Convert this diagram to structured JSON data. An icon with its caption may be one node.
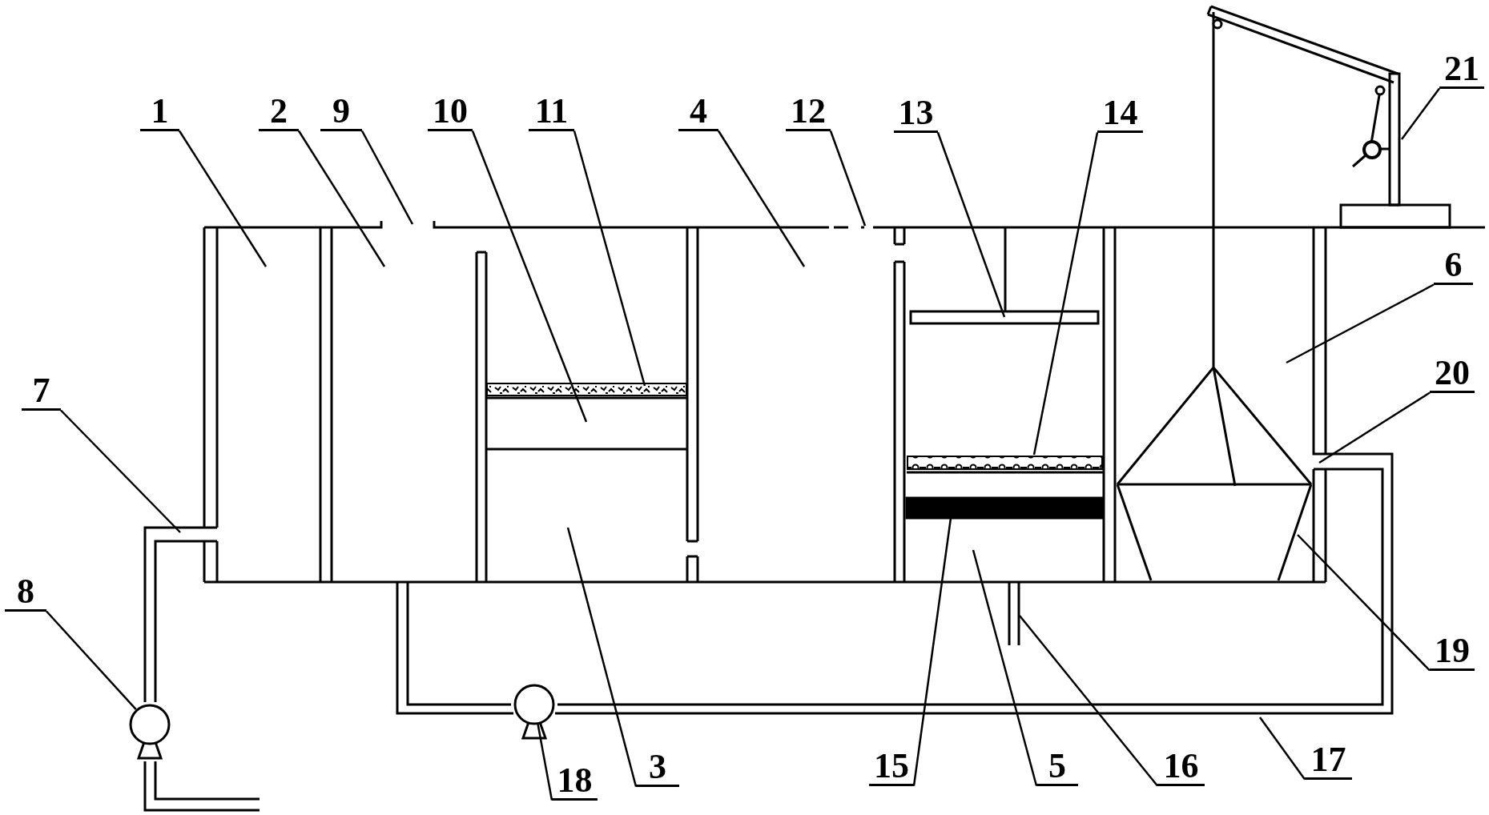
{
  "diagram": {
    "nodes": [
      {
        "text": [
          "1"
        ]
      },
      {
        "text": [
          "2"
        ]
      },
      {
        "text": [
          "9"
        ]
      },
      {
        "text": [
          "10"
        ]
      },
      {
        "text": [
          "11"
        ]
      },
      {
        "text": [
          "4"
        ]
      },
      {
        "text": [
          "12"
        ]
      },
      {
        "text": [
          "13"
        ]
      },
      {
        "text": [
          "14"
        ]
      },
      {
        "text": [
          "21"
        ]
      },
      {
        "text": [
          "6"
        ]
      },
      {
        "text": [
          "20"
        ]
      },
      {
        "text": [
          "7"
        ]
      },
      {
        "text": [
          "8"
        ]
      },
      {
        "text": [
          "19"
        ]
      },
      {
        "text": [
          "3"
        ]
      },
      {
        "text": [
          "18"
        ]
      },
      {
        "text": [
          "15"
        ]
      },
      {
        "text": [
          "5"
        ]
      },
      {
        "text": [
          "16"
        ]
      },
      {
        "text": [
          "17"
        ]
      },
      {
        "text": [],
        "shape": "circle"
      },
      {
        "text": [],
        "shape": "circle"
      }
    ],
    "edges": [
      {
        "from": 0,
        "to": null,
        "arrow": "none"
      },
      {
        "from": 1,
        "to": null,
        "arrow": "none"
      },
      {
        "from": 2,
        "to": null,
        "arrow": "none"
      },
      {
        "from": 3,
        "to": null,
        "arrow": "none"
      },
      {
        "from": 4,
        "to": null,
        "arrow": "none"
      },
      {
        "from": 5,
        "to": null,
        "arrow": "none"
      },
      {
        "from": 6,
        "to": null,
        "arrow": "none"
      },
      {
        "from": 7,
        "to": null,
        "arrow": "none"
      },
      {
        "from": 8,
        "to": null,
        "arrow": "none"
      },
      {
        "from": 9,
        "to": null,
        "arrow": "none"
      },
      {
        "from": 10,
        "to": null,
        "arrow": "none"
      },
      {
        "from": 11,
        "to": null,
        "arrow": "none"
      },
      {
        "from": 12,
        "to": null,
        "arrow": "none"
      },
      {
        "from": 13,
        "to": 21,
        "arrow": "none"
      },
      {
        "from": 14,
        "to": null,
        "arrow": "none"
      },
      {
        "from": 15,
        "to": null,
        "arrow": "none"
      },
      {
        "from": 16,
        "to": 22,
        "arrow": "none"
      },
      {
        "from": 17,
        "to": null,
        "arrow": "none"
      },
      {
        "from": 18,
        "to": null,
        "arrow": "none"
      },
      {
        "from": 19,
        "to": null,
        "arrow": "none"
      },
      {
        "from": 20,
        "to": null,
        "arrow": "none"
      }
    ]
  }
}
